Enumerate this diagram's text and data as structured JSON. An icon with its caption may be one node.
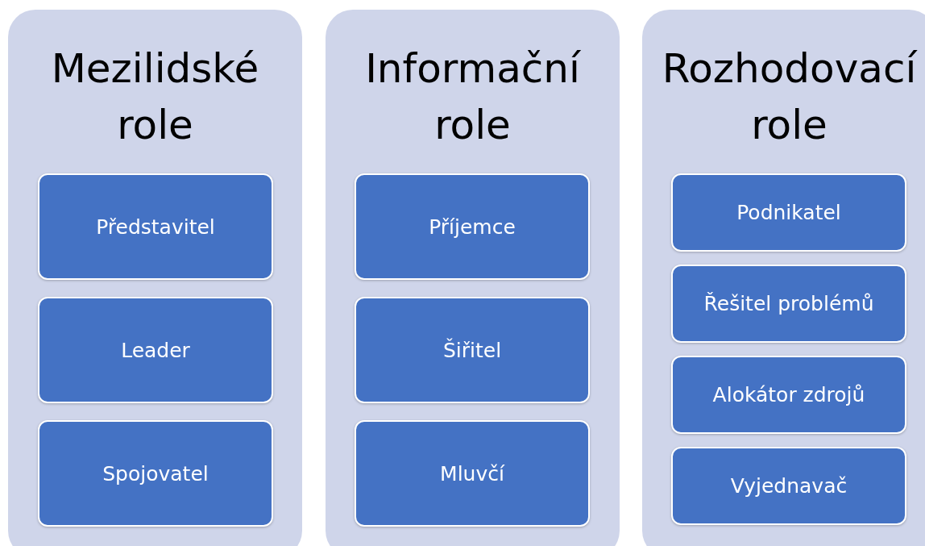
{
  "diagram": {
    "nodes": [
      {
        "text": [
          "Mezilidské role"
        ]
      },
      {
        "text": [
          "Představitel"
        ],
        "in": 0
      },
      {
        "text": [
          "Leader"
        ],
        "in": 0
      },
      {
        "text": [
          "Spojovatel"
        ],
        "in": 0
      },
      {
        "text": [
          "Informační role"
        ]
      },
      {
        "text": [
          "Příjemce"
        ],
        "in": 4
      },
      {
        "text": [
          "Šiřitel"
        ],
        "in": 4
      },
      {
        "text": [
          "Mluvčí"
        ],
        "in": 4
      },
      {
        "text": [
          "Rozhodovací role"
        ]
      },
      {
        "text": [
          "Podnikatel"
        ],
        "in": 8
      },
      {
        "text": [
          "Řešitel problémů"
        ],
        "in": 8
      },
      {
        "text": [
          "Alokátor zdrojů"
        ],
        "in": 8
      },
      {
        "text": [
          "Vyjednavač"
        ],
        "in": 8
      }
    ]
  }
}
